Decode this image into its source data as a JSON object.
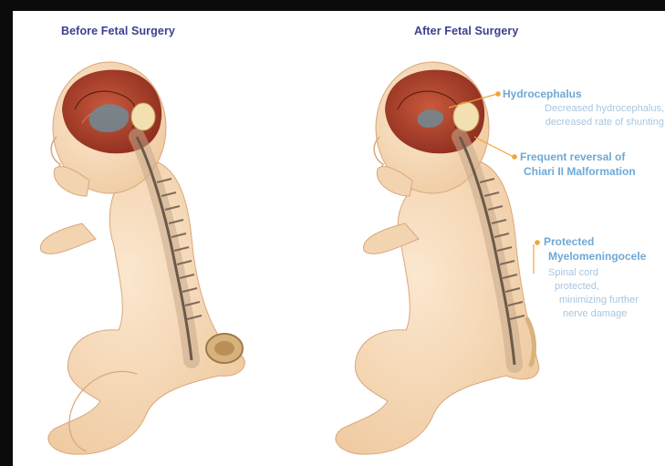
{
  "headings": {
    "before": "Before Fetal Surgery",
    "after": "After Fetal Surgery"
  },
  "callouts": {
    "hydrocephalus": {
      "title": "Hydrocephalus",
      "desc_line1": "Decreased hydrocephalus,",
      "desc_line2": "decreased rate of shunting"
    },
    "chiari": {
      "title_line1": "Frequent reversal of",
      "title_line2": "Chiari II Malformation"
    },
    "myelo": {
      "title_line1": "Protected",
      "title_line2": "Myelomeningocele",
      "desc_line1": "Spinal cord",
      "desc_line2": "protected,",
      "desc_line3": "minimizing further",
      "desc_line4": "nerve damage"
    }
  },
  "colors": {
    "heading": "#3b3f8f",
    "callout_title": "#6fa8d6",
    "callout_desc": "#a8c6e0",
    "leader": "#f0a43a",
    "skin": "#f6dcbc",
    "brain": "#b5432e",
    "spine": "#6b5a48"
  },
  "icons": [
    "fetus-before-illustration",
    "fetus-after-illustration"
  ]
}
